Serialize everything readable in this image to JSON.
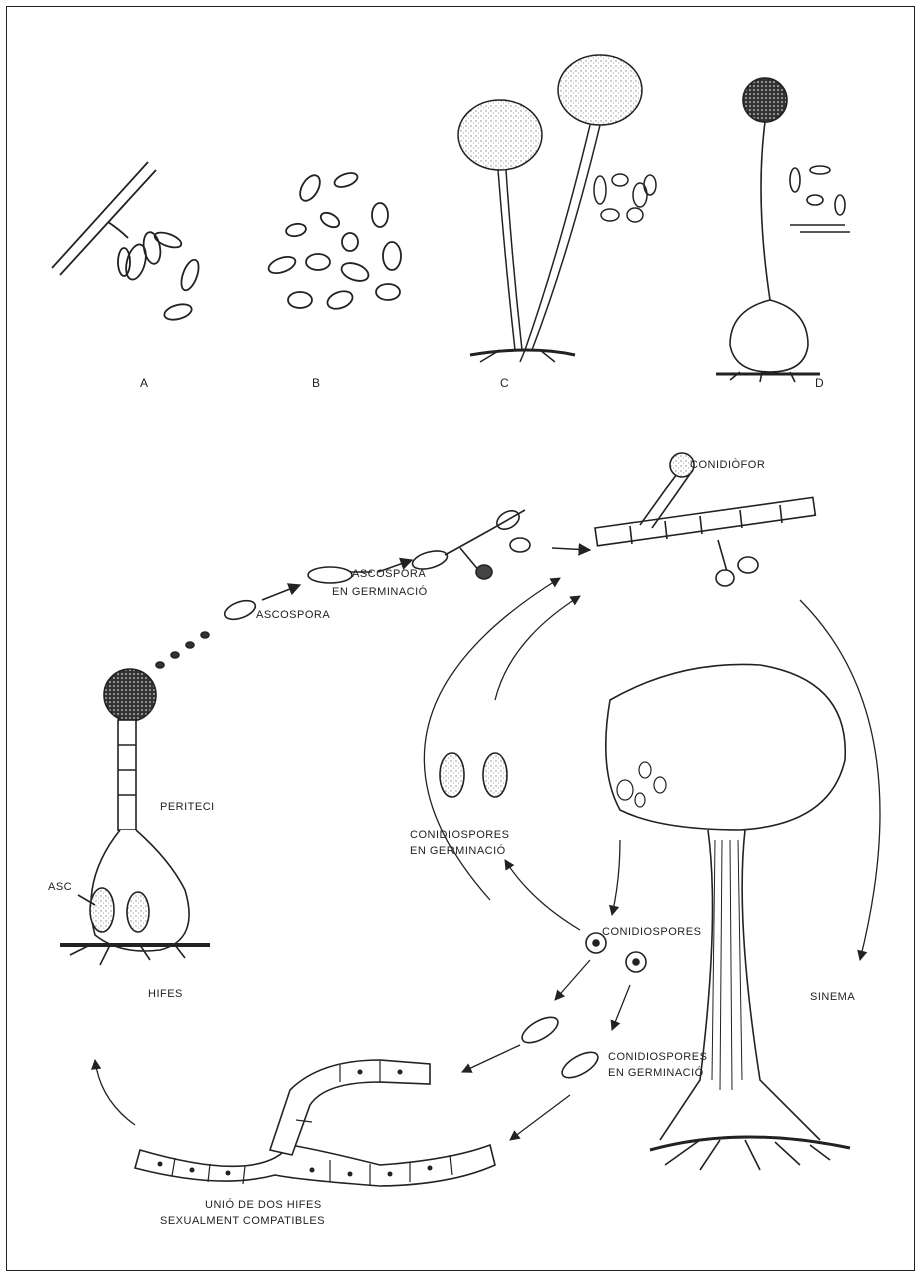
{
  "panels": {
    "a": "A",
    "b": "B",
    "c": "C",
    "d": "D"
  },
  "labels": {
    "conidiofor": "CONIDIÒFOR",
    "ascospora_germinacio_1": "ASCOSPORA",
    "ascospora_germinacio_2": "EN GERMINACIÓ",
    "ascospora": "ASCOSPORA",
    "periteci": "PERITECI",
    "ascs": "ASC",
    "hifes": "HIFES",
    "conidiospores_germ_1": "CONIDIOSPORES",
    "conidiospores_germ_2": "EN GERMINACIÓ",
    "conidiospores": "CONIDIOSPORES",
    "conidiospores_germ2_1": "CONIDIOSPORES",
    "conidiospores_germ2_2": "EN GERMINACIÓ",
    "sinema": "SINEMA",
    "unio_1": "UNIÓ  DE DOS HIFES",
    "unio_2": "SEXUALMENT  COMPATIBLES"
  }
}
